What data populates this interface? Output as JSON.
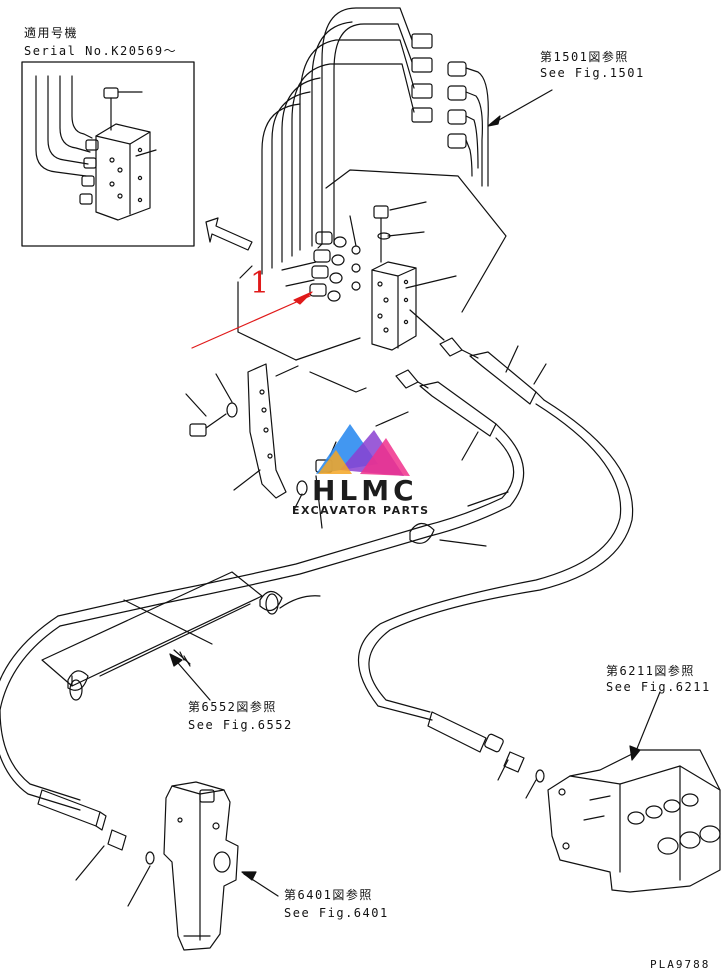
{
  "inset": {
    "title": "適用号機",
    "serial": "Serial No.K20569～"
  },
  "item_number": "1",
  "references": [
    {
      "jp": "第1501図参照",
      "en": "See Fig.1501"
    },
    {
      "jp": "第6552図参照",
      "en": "See Fig.6552"
    },
    {
      "jp": "第6211図参照",
      "en": "See Fig.6211"
    },
    {
      "jp": "第6401図参照",
      "en": "See Fig.6401"
    }
  ],
  "watermark": {
    "brand": "HLMC",
    "tagline": "EXCAVATOR PARTS",
    "colors": [
      "#2e8cf0",
      "#8a3fd1",
      "#f0308c",
      "#f5a623"
    ]
  },
  "drawing_code": "PLA9788",
  "colors": {
    "line": "#111111",
    "item_arrow": "#e01a1a"
  }
}
